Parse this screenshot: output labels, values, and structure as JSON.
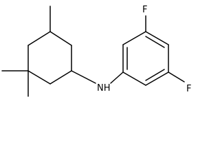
{
  "molecule": {
    "atoms": {
      "nitrogen": "NH",
      "fluorine_top": "F",
      "fluorine_bottom": "F"
    }
  }
}
